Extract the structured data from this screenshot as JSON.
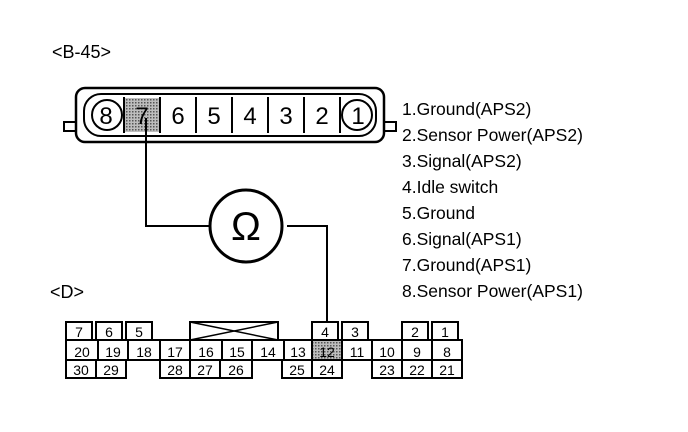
{
  "connector_b45": {
    "label": "<B-45>",
    "pins_left_to_right": [
      "8",
      "7",
      "6",
      "5",
      "4",
      "3",
      "2",
      "1"
    ],
    "highlighted_pin": "7"
  },
  "ohmmeter": {
    "symbol": "Ω"
  },
  "connector_d": {
    "label": "<D>",
    "top_row": [
      "7",
      "6",
      "5",
      "",
      "4",
      "3",
      "2",
      "1"
    ],
    "middle_row": [
      "20",
      "19",
      "18",
      "17",
      "16",
      "15",
      "14",
      "13",
      "12",
      "11",
      "10",
      "9",
      "8"
    ],
    "bottom_row": [
      "30",
      "29",
      "28",
      "27",
      "26",
      "25",
      "24",
      "23",
      "22",
      "21"
    ],
    "highlighted_pin": "12"
  },
  "pin_descriptions": [
    "1.Ground(APS2)",
    "2.Sensor Power(APS2)",
    "3.Signal(APS2)",
    "4.Idle switch",
    "5.Ground",
    "6.Signal(APS1)",
    "7.Ground(APS1)",
    "8.Sensor Power(APS1)"
  ],
  "colors": {
    "line": "#000000",
    "highlight": "#9a9a9a",
    "background": "#ffffff"
  }
}
